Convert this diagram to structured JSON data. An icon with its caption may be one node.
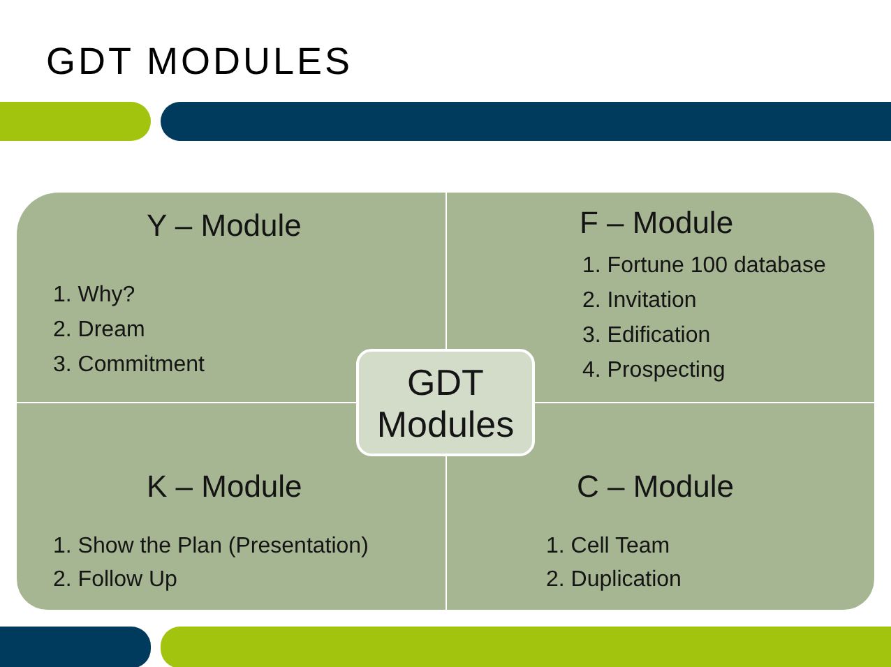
{
  "diagram": {
    "title": "GDT MODULES",
    "nodes": [
      {
        "text": [
          "Y – Module",
          "1. Why?",
          "2. Dream",
          "3. Commitment"
        ]
      },
      {
        "text": [
          "F – Module",
          "1. Fortune 100 database",
          "2. Invitation",
          "3. Edification",
          "4. Prospecting"
        ]
      },
      {
        "text": [
          "GDT Modules"
        ]
      },
      {
        "text": [
          "K – Module",
          "1. Show the Plan (Presentation)",
          "2. Follow Up"
        ]
      },
      {
        "text": [
          "C – Module",
          "1. Cell Team",
          "2. Duplication"
        ]
      }
    ]
  }
}
